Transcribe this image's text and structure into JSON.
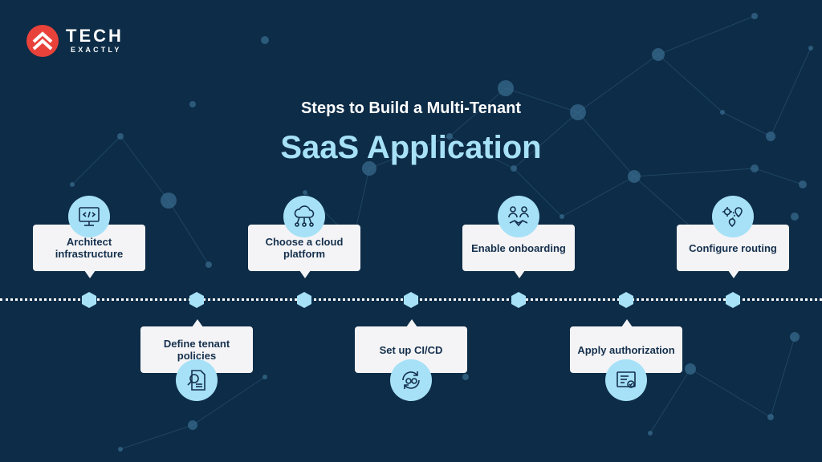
{
  "brand": {
    "name": "TECH",
    "sub": "EXACTLY",
    "accent": "#e8423b"
  },
  "heading": {
    "line1": "Steps to Build a Multi-Tenant",
    "line2": "SaaS Application"
  },
  "colors": {
    "background": "#0d2c47",
    "accent": "#a6e1f7",
    "card": "#f4f4f6",
    "text": "#15304d"
  },
  "steps": [
    {
      "label": "Architect infrastructure",
      "icon": "monitor-code-icon",
      "position": "above"
    },
    {
      "label": "Define tenant policies",
      "icon": "document-search-icon",
      "position": "below"
    },
    {
      "label": "Choose a cloud platform",
      "icon": "cloud-network-icon",
      "position": "above"
    },
    {
      "label": "Set up CI/CD",
      "icon": "gears-cycle-icon",
      "position": "below"
    },
    {
      "label": "Enable onboarding",
      "icon": "handshake-icon",
      "position": "above"
    },
    {
      "label": "Apply authorization",
      "icon": "certificate-icon",
      "position": "below"
    },
    {
      "label": "Configure routing",
      "icon": "route-pins-icon",
      "position": "above"
    }
  ]
}
